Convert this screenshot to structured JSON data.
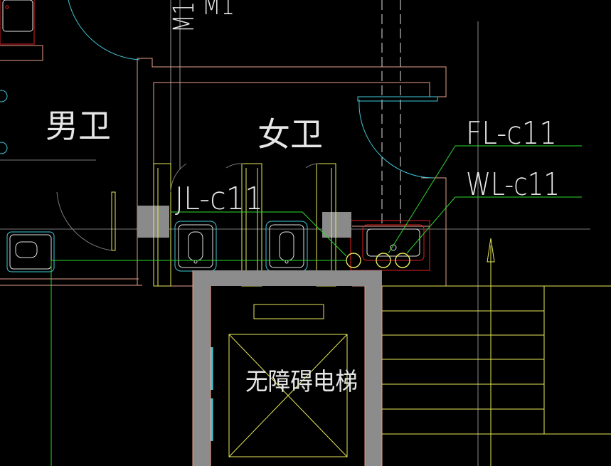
{
  "drawing": {
    "room_labels": {
      "mens_restroom": "男卫",
      "womens_restroom": "女卫",
      "accessible_elevator": "无障碍电梯",
      "door_tag": "M1"
    },
    "pipe_labels": {
      "floor_drain_riser": "FL-c11",
      "waste_riser": "WL-c11",
      "water_supply_riser": "JL-c11"
    }
  },
  "palette": {
    "background": "#000000",
    "wall": "#e8a08c",
    "fixture_yellow": "#e8e85a",
    "door_cyan": "#40c8d8",
    "pipe_green": "#2ed82e",
    "axis_gray": "#7a7a7a",
    "column_fill": "#8a8a8a",
    "elevator_fill": "#8c8c8c",
    "fixture_red": "#e02020",
    "label_white": "#e6e6e6"
  }
}
